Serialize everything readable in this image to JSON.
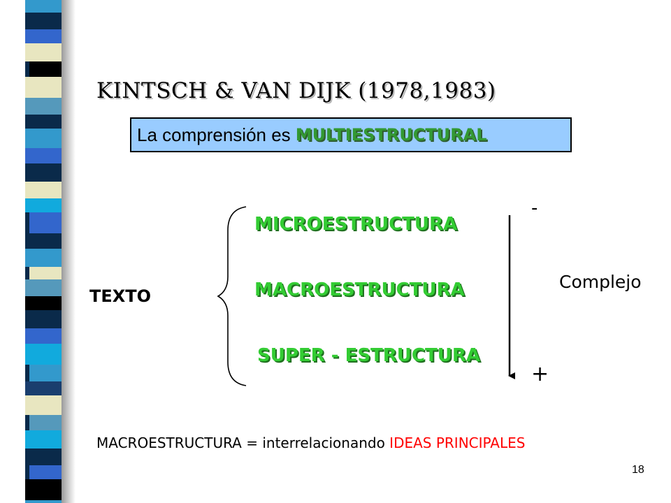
{
  "slide": {
    "heading": "KINTSCH & VAN DIJK (1978,1983)",
    "banner": {
      "prefix": "La comprensión es ",
      "emphasis": "MULTIESTRUCTURAL"
    },
    "root_label": "TEXTO",
    "structures": [
      {
        "label": "MICROESTRUCTURA"
      },
      {
        "label": "MACROESTRUCTURA"
      },
      {
        "label": "SUPER - ESTRUCTURA"
      }
    ],
    "scale": {
      "top_sign": "-",
      "bottom_sign": "+",
      "label": "Complejo"
    },
    "footer": {
      "prefix": "MACROESTRUCTURA = interrelacionando ",
      "highlight": "IDEAS PRINCIPALES"
    },
    "page_number": "18"
  },
  "colors": {
    "banner_bg": "#99ccff",
    "emphasis_green": "#33cc33",
    "highlight_red": "#ff0000"
  }
}
